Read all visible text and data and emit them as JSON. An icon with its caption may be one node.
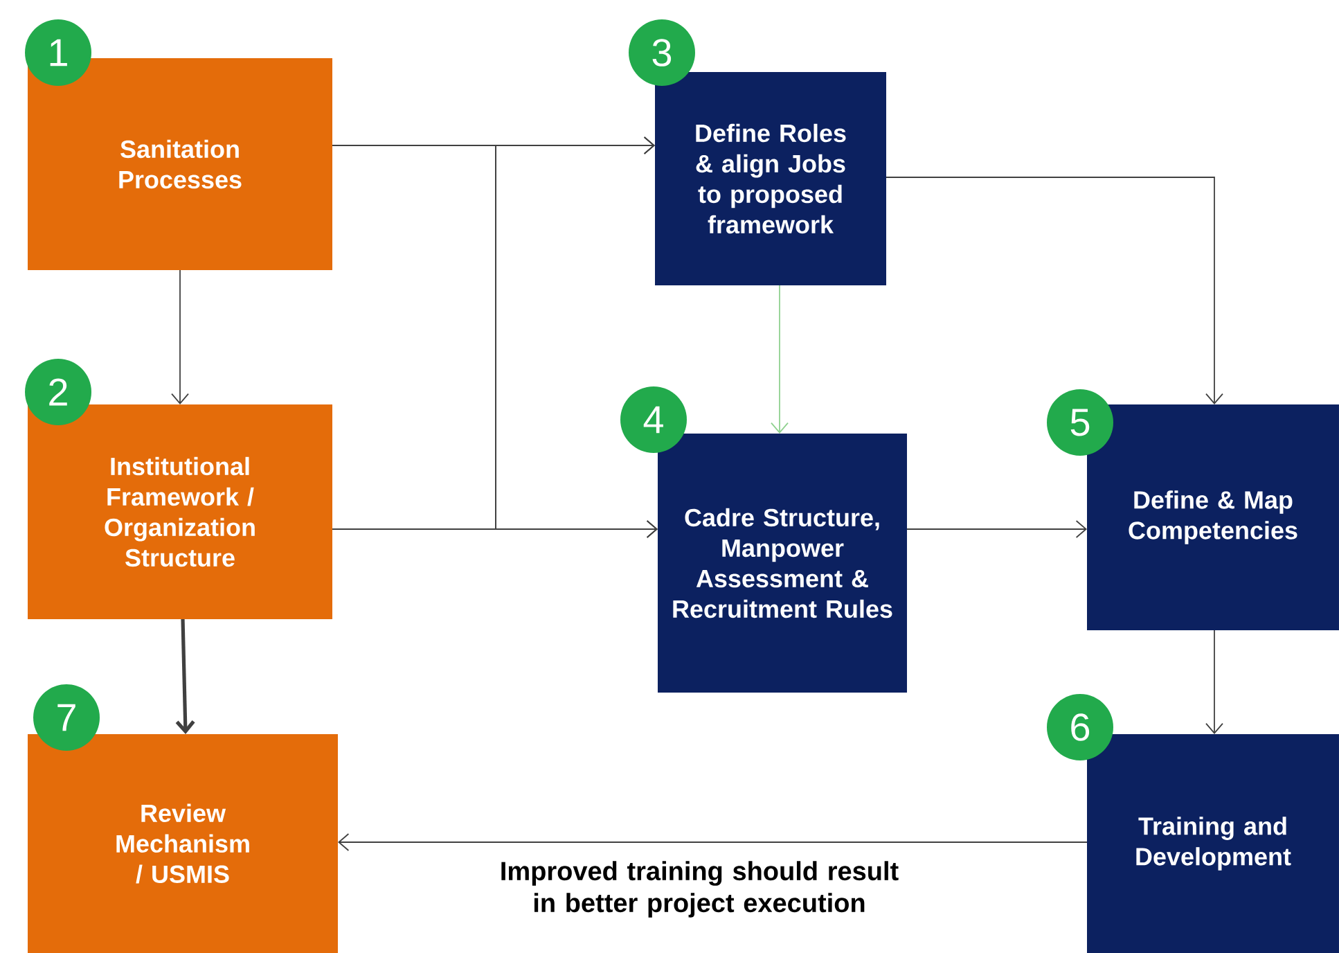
{
  "diagram": {
    "nodes": [
      {
        "text": [
          "Sanitation Processes"
        ]
      },
      {
        "text": [
          "Institutional Framework / Organization Structure"
        ]
      },
      {
        "text": [
          "Define Roles & align Jobs to proposed framework"
        ]
      },
      {
        "text": [
          "Cadre Structure, Manpower Assessment & Recruitment Rules"
        ]
      },
      {
        "text": [
          "Define & Map Competencies"
        ]
      },
      {
        "text": [
          "Training and Development"
        ]
      },
      {
        "text": [
          "Review Mechanism / USMIS"
        ]
      },
      {
        "text": [
          "1"
        ]
      },
      {
        "text": [
          "2"
        ]
      },
      {
        "text": [
          "3"
        ]
      },
      {
        "text": [
          "4"
        ]
      },
      {
        "text": [
          "5"
        ]
      },
      {
        "text": [
          "6"
        ]
      },
      {
        "text": [
          "7"
        ]
      }
    ],
    "edges": [
      {
        "from": 0,
        "to": 2,
        "arrow": "to"
      },
      {
        "from": 0,
        "to": 3,
        "arrow": "to"
      },
      {
        "from": 1,
        "to": 2,
        "arrow": "to"
      },
      {
        "from": 1,
        "to": 3,
        "arrow": "to"
      },
      {
        "from": 0,
        "to": 1,
        "arrow": "to"
      },
      {
        "from": 2,
        "to": 3,
        "arrow": "to",
        "color": "#8fd18f"
      },
      {
        "from": 2,
        "to": 4,
        "arrow": "to"
      },
      {
        "from": 3,
        "to": 4,
        "arrow": "to"
      },
      {
        "from": 4,
        "to": 5,
        "arrow": "to"
      },
      {
        "from": 1,
        "to": 6,
        "arrow": "to",
        "style": "thick"
      },
      {
        "from": 5,
        "to": 6,
        "arrow": "to",
        "label": "Improved training should result in better project execution"
      }
    ]
  }
}
